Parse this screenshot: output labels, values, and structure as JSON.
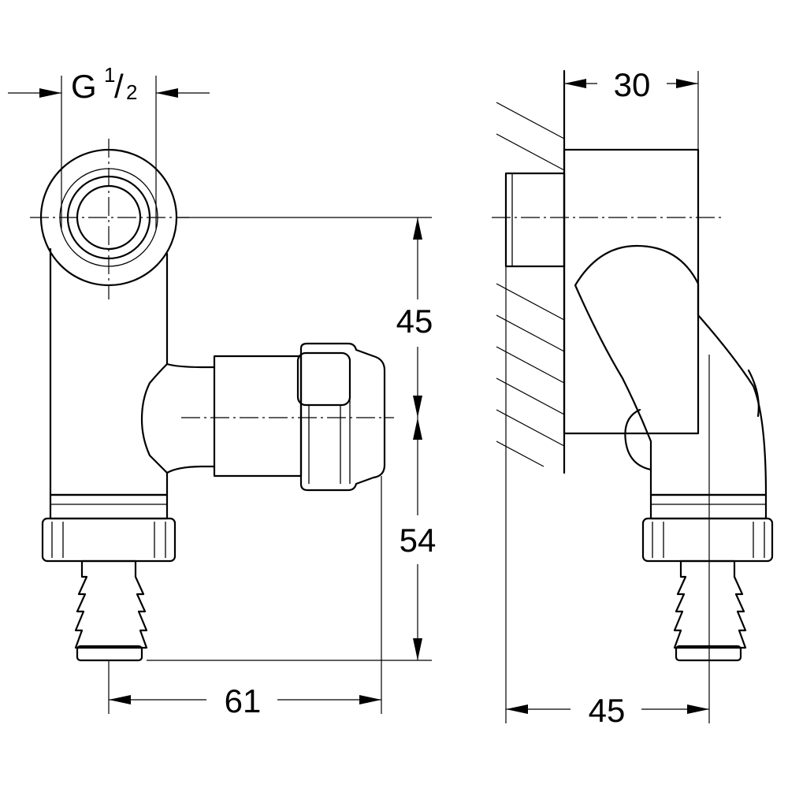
{
  "dimensions": {
    "thread": {
      "letter": "G",
      "num": "1",
      "slash": "/",
      "den": "2"
    },
    "depth_top": "30",
    "height_upper": "45",
    "height_lower": "54",
    "width_front": "61",
    "width_side": "45"
  }
}
